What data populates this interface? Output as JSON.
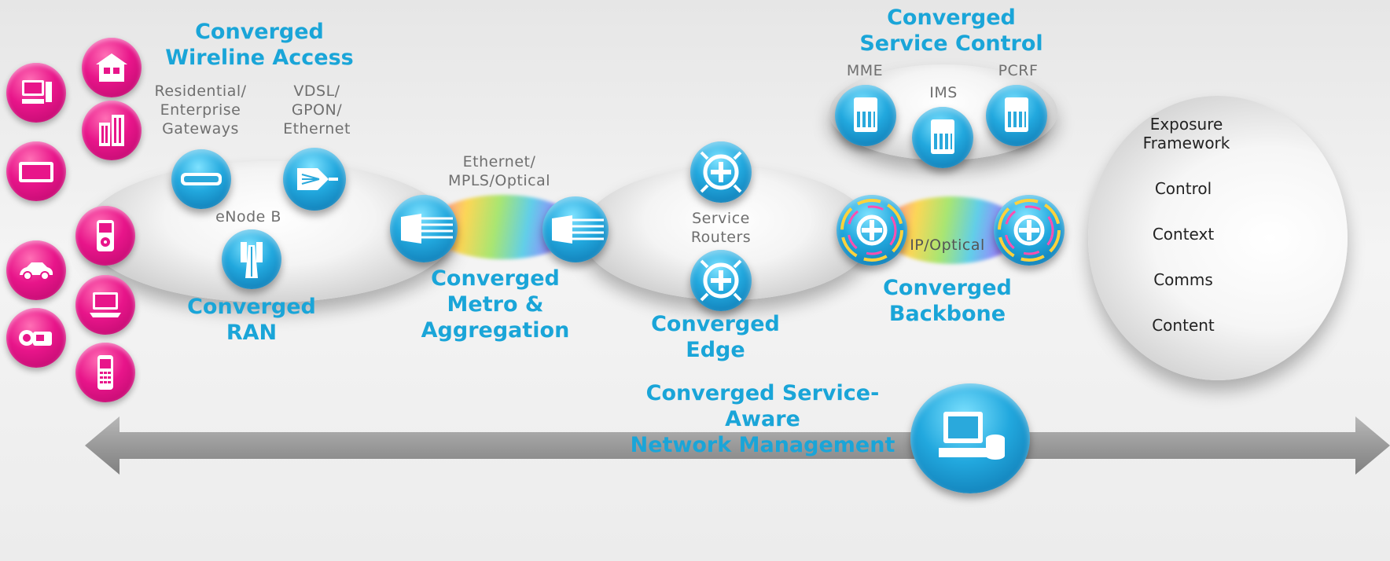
{
  "titles": {
    "wireline_access": "Converged\nWireline Access",
    "service_control": "Converged\nService Control",
    "ran": "Converged\nRAN",
    "metro": "Converged\nMetro &\nAggregation",
    "edge": "Converged\nEdge",
    "backbone": "Converged\nBackbone",
    "management": "Converged Service-Aware\nNetwork Management"
  },
  "labels": {
    "gateways": "Residential/\nEnterprise\nGateways",
    "vdsl": "VDSL/\nGPON/\nEthernet",
    "enodeb": "eNode B",
    "ethernet_mpls": "Ethernet/\nMPLS/Optical",
    "service_routers": "Service\nRouters",
    "ip_optical": "IP/Optical",
    "mme": "MME",
    "ims": "IMS",
    "pcrf": "PCRF"
  },
  "exposure": {
    "items": [
      "Exposure\nFramework",
      "Control",
      "Context",
      "Comms",
      "Content"
    ]
  },
  "devices": [
    "desktop-computer",
    "house",
    "office-building",
    "flat-screen-tv",
    "media-player",
    "car",
    "laptop",
    "video-camera",
    "mobile-phone"
  ],
  "colors": {
    "title": "#1aa5d8",
    "device_magenta": "#e8158a",
    "node_blue": "#22a8de",
    "arrow_gray": "#9a9a9a"
  }
}
